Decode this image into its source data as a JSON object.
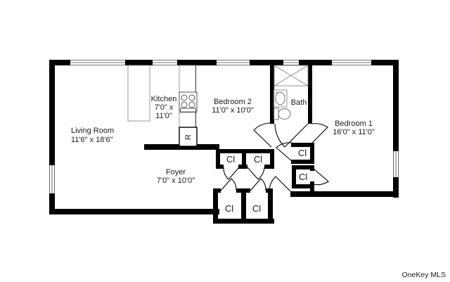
{
  "rooms": {
    "living_room": {
      "name": "Living Room",
      "dims": "11'6\" x 18'6\""
    },
    "kitchen": {
      "name": "Kitchen",
      "dims_line1": "7'0\" x",
      "dims_line2": "11'0\""
    },
    "bedroom_2": {
      "name": "Bedroom 2",
      "dims": "11'0\" x 10'0\""
    },
    "bath": {
      "name": "Bath"
    },
    "bedroom_1": {
      "name": "Bedroom 1",
      "dims": "16'0\" x 11'0\""
    },
    "foyer": {
      "name": "Foyer",
      "dims": "7'0\" x 10'0\""
    }
  },
  "closet_label": "Cl",
  "closet_count": 6,
  "fixtures": {
    "refrigerator_label": "R"
  },
  "watermark": "OneKey MLS",
  "colors": {
    "wall": "#000000",
    "counter_line": "#9a9a9a",
    "fixture_line": "#666666",
    "window_line": "#444444",
    "text": "#1a1a1a",
    "watermark": "#c6c6c6",
    "background": "#ffffff"
  }
}
